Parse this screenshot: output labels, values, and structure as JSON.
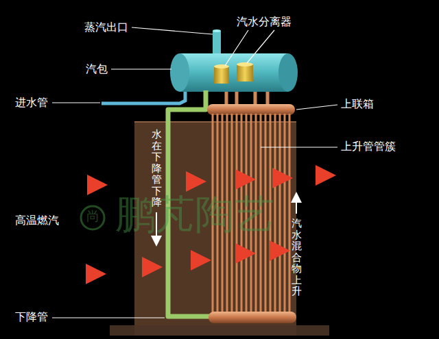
{
  "diagram": {
    "labels": [
      "蒸汽出口",
      "汽水分离器",
      "汽包",
      "进水管",
      "上联箱",
      "上升管管簇",
      "高温燃汽",
      "下降管",
      "水在下降管下降",
      "汽水混合物上升",
      "尚",
      "鹏芃陶艺"
    ]
  }
}
